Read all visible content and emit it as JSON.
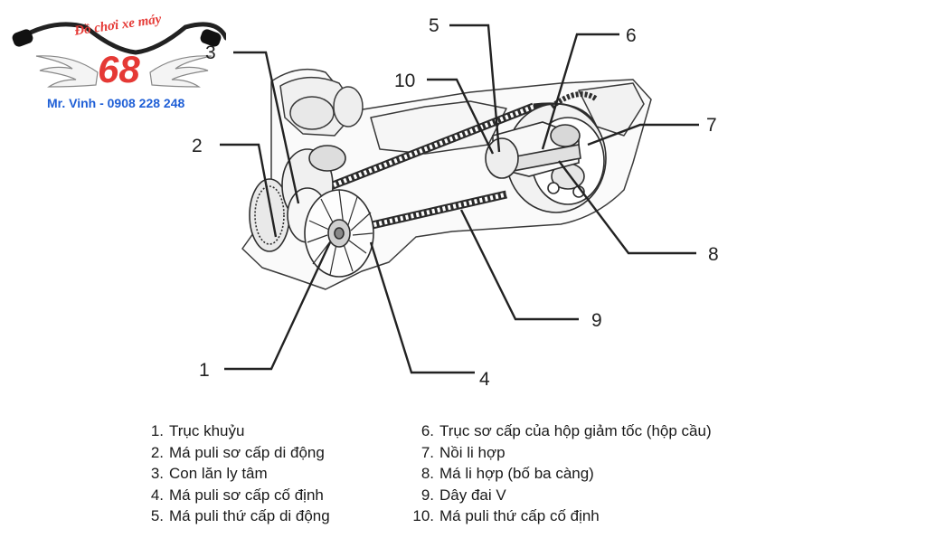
{
  "logo": {
    "brand_text": "Đồ chơi xe máy",
    "number": "68",
    "contact": "Mr. Vinh - 0908 228 248"
  },
  "callouts": [
    "1",
    "2",
    "3",
    "4",
    "5",
    "6",
    "7",
    "8",
    "9",
    "10"
  ],
  "legend": {
    "left": [
      {
        "num": "1.",
        "text": "Trục khuỷu"
      },
      {
        "num": "2.",
        "text": "Má puli sơ cấp di động"
      },
      {
        "num": "3.",
        "text": "Con lăn ly tâm"
      },
      {
        "num": "4.",
        "text": "Má puli sơ cấp cố định"
      },
      {
        "num": "5.",
        "text": "Má puli thứ cấp di động"
      }
    ],
    "right": [
      {
        "num": "6.",
        "text": "Trục sơ cấp của hộp giảm tốc (hộp cầu)"
      },
      {
        "num": "7.",
        "text": "Nồi li hợp"
      },
      {
        "num": "8.",
        "text": "Má li hợp (bố ba càng)"
      },
      {
        "num": "9.",
        "text": "Dây đai V"
      },
      {
        "num": "10.",
        "text": "Má puli thứ cấp cố định"
      }
    ]
  },
  "colors": {
    "brand_red": "#e53935",
    "contact_blue": "#1f5fd6",
    "line": "#222222"
  }
}
